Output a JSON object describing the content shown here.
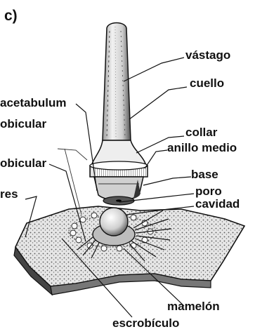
{
  "panel_label": "c)",
  "labels": {
    "vastago": "vástago",
    "cuello": "cuello",
    "collar": "collar",
    "anillo_medio": "anillo medio",
    "base": "base",
    "poro": "poro",
    "cavidad": "cavidad",
    "acetabulum": "acetabulum",
    "escrobicular_1": "obicular",
    "escrobicular_2": "obicular",
    "tubercle_res": "res",
    "mamelon": "mamelón",
    "escrobiculo": "escrobículo"
  },
  "colors": {
    "ink": "#111111",
    "shade": "#5a5a5a",
    "plate_light": "#d8d8d8"
  }
}
